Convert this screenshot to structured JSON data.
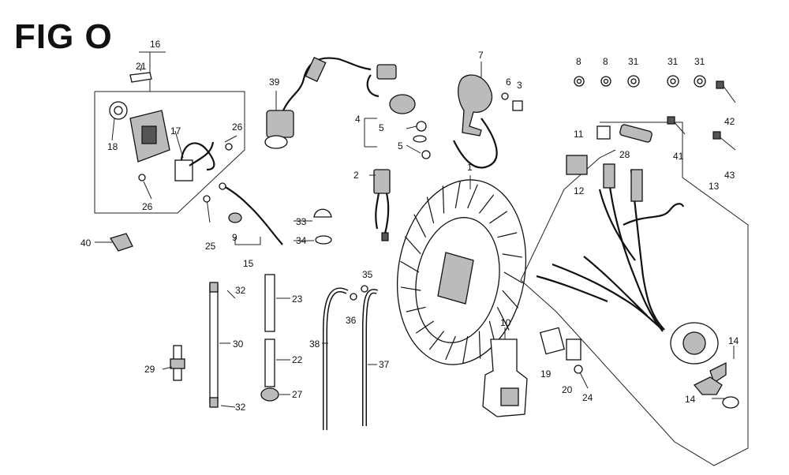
{
  "title": "FIG O",
  "callouts": {
    "c1": "1",
    "c2": "2",
    "c3": "3",
    "c4": "4",
    "c5a": "5",
    "c5b": "5",
    "c6": "6",
    "c7": "7",
    "c8a": "8",
    "c8b": "8",
    "c9": "9",
    "c10": "10",
    "c11": "11",
    "c12": "12",
    "c13": "13",
    "c14a": "14",
    "c14b": "14",
    "c15": "15",
    "c16": "16",
    "c17": "17",
    "c18": "18",
    "c19": "19",
    "c20": "20",
    "c21": "21",
    "c22": "22",
    "c23": "23",
    "c24": "24",
    "c25": "25",
    "c26a": "26",
    "c26b": "26",
    "c27": "27",
    "c28": "28",
    "c29": "29",
    "c30": "30",
    "c31a": "31",
    "c31b": "31",
    "c31c": "31",
    "c32a": "32",
    "c32b": "32",
    "c33": "33",
    "c34": "34",
    "c35": "35",
    "c36": "36",
    "c37": "37",
    "c38": "38",
    "c39": "39",
    "c40": "40",
    "c41": "41",
    "c42": "42",
    "c43": "43"
  }
}
